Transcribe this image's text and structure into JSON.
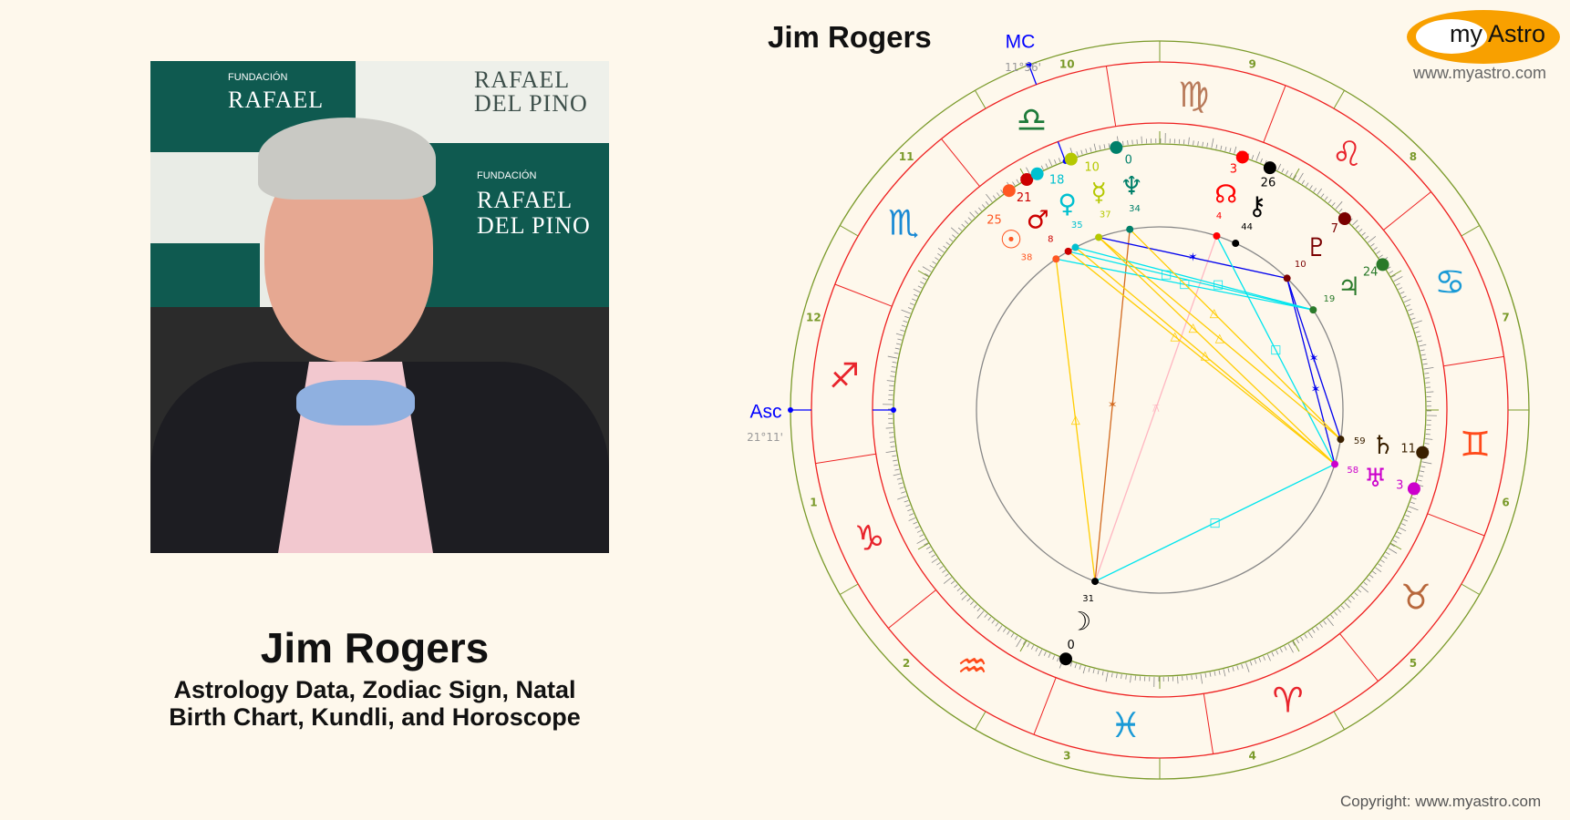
{
  "person": {
    "name": "Jim Rogers",
    "subtitle_line1": "Astrology Data, Zodiac Sign, Natal",
    "subtitle_line2": "Birth Chart, Kundli, and Horoscope",
    "photo_banner_text": [
      "FUNDACIÓN",
      "RAFAEL",
      "DEL PINO"
    ]
  },
  "chart_title": "Jim Rogers",
  "logo": {
    "text": "my Astro",
    "url": "www.myastro.com",
    "colors": {
      "ring": "#f8a000",
      "inner": "#ffffff"
    }
  },
  "copyright": "Copyright: www.myastro.com",
  "chart": {
    "ascendant": {
      "label": "Asc",
      "position": "21°11'",
      "longitude": 261.18,
      "color": "#0000ff"
    },
    "midheaven": {
      "label": "MC",
      "position": "11°56'",
      "longitude": 191.93,
      "color": "#0000ff"
    },
    "house_numbers": [
      "1",
      "2",
      "3",
      "4",
      "5",
      "6",
      "7",
      "8",
      "9",
      "10",
      "11",
      "12"
    ],
    "signs": [
      {
        "name": "aries",
        "glyph": "♈︎",
        "color": "#e8242c"
      },
      {
        "name": "taurus",
        "glyph": "♉︎",
        "color": "#b8683c"
      },
      {
        "name": "gemini",
        "glyph": "♊︎",
        "color": "#ff4a1a"
      },
      {
        "name": "cancer",
        "glyph": "♋︎",
        "color": "#1a9ad6"
      },
      {
        "name": "leo",
        "glyph": "♌︎",
        "color": "#e8242c"
      },
      {
        "name": "virgo",
        "glyph": "♍︎",
        "color": "#b87a5a"
      },
      {
        "name": "libra",
        "glyph": "♎︎",
        "color": "#1e7b3a"
      },
      {
        "name": "scorpio",
        "glyph": "♏︎",
        "color": "#1a8ad4"
      },
      {
        "name": "sagittarius",
        "glyph": "♐︎",
        "color": "#e8242c"
      },
      {
        "name": "capricorn",
        "glyph": "♑︎",
        "color": "#e8242c"
      },
      {
        "name": "aquarius",
        "glyph": "♒︎",
        "color": "#ff4a1a"
      },
      {
        "name": "pisces",
        "glyph": "♓︎",
        "color": "#1a9ad6"
      }
    ],
    "planets": [
      {
        "name": "sun",
        "glyph": "☉",
        "degree": "25",
        "minute": "38",
        "longitude": 205.63,
        "color": "#ff5722"
      },
      {
        "name": "mars",
        "glyph": "♂",
        "degree": "21",
        "minute": "8",
        "longitude": 201.13,
        "color": "#cc0000"
      },
      {
        "name": "venus",
        "glyph": "♀",
        "degree": "18",
        "minute": "35",
        "longitude": 198.58,
        "color": "#00c0d0"
      },
      {
        "name": "mercury",
        "glyph": "☿",
        "degree": "10",
        "minute": "37",
        "longitude": 190.62,
        "color": "#b5c800"
      },
      {
        "name": "neptune",
        "glyph": "♆",
        "degree": "0",
        "minute": "34",
        "longitude": 180.57,
        "color": "#00806a"
      },
      {
        "name": "north-node",
        "glyph": "☊",
        "degree": "3",
        "minute": "4",
        "longitude": 153.07,
        "color": "#ff0000"
      },
      {
        "name": "chiron",
        "glyph": "⚷",
        "degree": "26",
        "minute": "44",
        "longitude": 146.73,
        "color": "#000000"
      },
      {
        "name": "pluto",
        "glyph": "♇",
        "degree": "7",
        "minute": "10",
        "longitude": 127.17,
        "color": "#7a0000"
      },
      {
        "name": "jupiter",
        "glyph": "♃",
        "degree": "24",
        "minute": "19",
        "longitude": 114.32,
        "color": "#2a7a2a"
      },
      {
        "name": "saturn",
        "glyph": "♄",
        "degree": "11",
        "minute": "59",
        "longitude": 71.98,
        "color": "#3a2000"
      },
      {
        "name": "uranus",
        "glyph": "♅",
        "degree": "3",
        "minute": "58",
        "longitude": 63.97,
        "color": "#cc00cc"
      },
      {
        "name": "moon",
        "glyph": "☽",
        "degree": "0",
        "minute": "31",
        "longitude": 330.52,
        "color": "#000000"
      }
    ],
    "aspect_colors": {
      "trine": "#ffcc00",
      "square": "#00e5ee",
      "sextile": "#0000ee",
      "sextile-moon": "#d2691e",
      "quincunx": "#ffb6c1"
    },
    "aspect_symbols": {
      "trine": "△",
      "square": "□",
      "sextile": "✶",
      "sextile-moon": "✶",
      "quincunx": "⚻"
    },
    "aspects": [
      {
        "from": "moon",
        "to": "sun",
        "type": "trine"
      },
      {
        "from": "moon",
        "to": "neptune",
        "type": "sextile-moon"
      },
      {
        "from": "moon",
        "to": "north-node",
        "type": "quincunx"
      },
      {
        "from": "moon",
        "to": "uranus",
        "type": "square"
      },
      {
        "from": "mercury",
        "to": "pluto",
        "type": "sextile"
      },
      {
        "from": "pluto",
        "to": "saturn",
        "type": "sextile"
      },
      {
        "from": "pluto",
        "to": "uranus",
        "type": "sextile"
      },
      {
        "from": "sun",
        "to": "jupiter",
        "type": "square"
      },
      {
        "from": "mars",
        "to": "jupiter",
        "type": "square"
      },
      {
        "from": "venus",
        "to": "jupiter",
        "type": "square"
      },
      {
        "from": "north-node",
        "to": "uranus",
        "type": "square"
      },
      {
        "from": "mercury",
        "to": "saturn",
        "type": "trine"
      },
      {
        "from": "mercury",
        "to": "uranus",
        "type": "trine"
      },
      {
        "from": "neptune",
        "to": "saturn",
        "type": "trine"
      },
      {
        "from": "venus",
        "to": "uranus",
        "type": "trine"
      },
      {
        "from": "mars",
        "to": "uranus",
        "type": "trine"
      }
    ]
  }
}
